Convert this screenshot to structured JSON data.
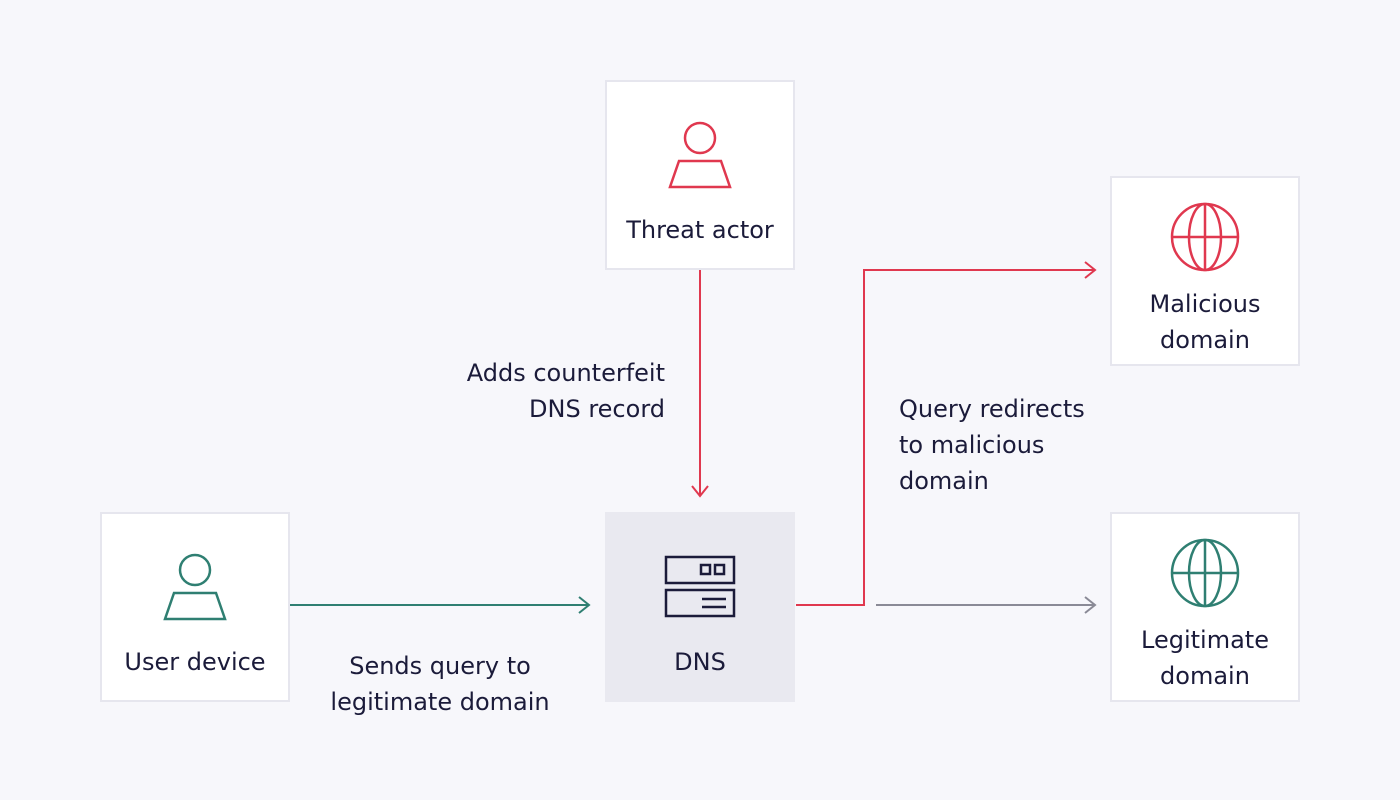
{
  "colors": {
    "threat": "#e0384f",
    "legit": "#2f7f72",
    "neutral": "#8a8a96",
    "text": "#1b1b3a"
  },
  "nodes": {
    "threat_actor": {
      "label": "Threat actor",
      "icon": "person-icon"
    },
    "user_device": {
      "label": "User device",
      "icon": "person-icon"
    },
    "dns": {
      "label": "DNS",
      "icon": "server-icon"
    },
    "malicious_domain": {
      "label": "Malicious\ndomain",
      "icon": "globe-icon"
    },
    "legitimate_domain": {
      "label": "Legitimate\ndomain",
      "icon": "globe-icon"
    }
  },
  "edges": {
    "threat_to_dns": {
      "label": "Adds counterfeit\nDNS record"
    },
    "user_to_dns": {
      "label": "Sends query to\nlegitimate domain"
    },
    "dns_to_malicious": {
      "label": "Query redirects\nto malicious\ndomain"
    },
    "dns_to_legitimate": {
      "label": ""
    }
  }
}
